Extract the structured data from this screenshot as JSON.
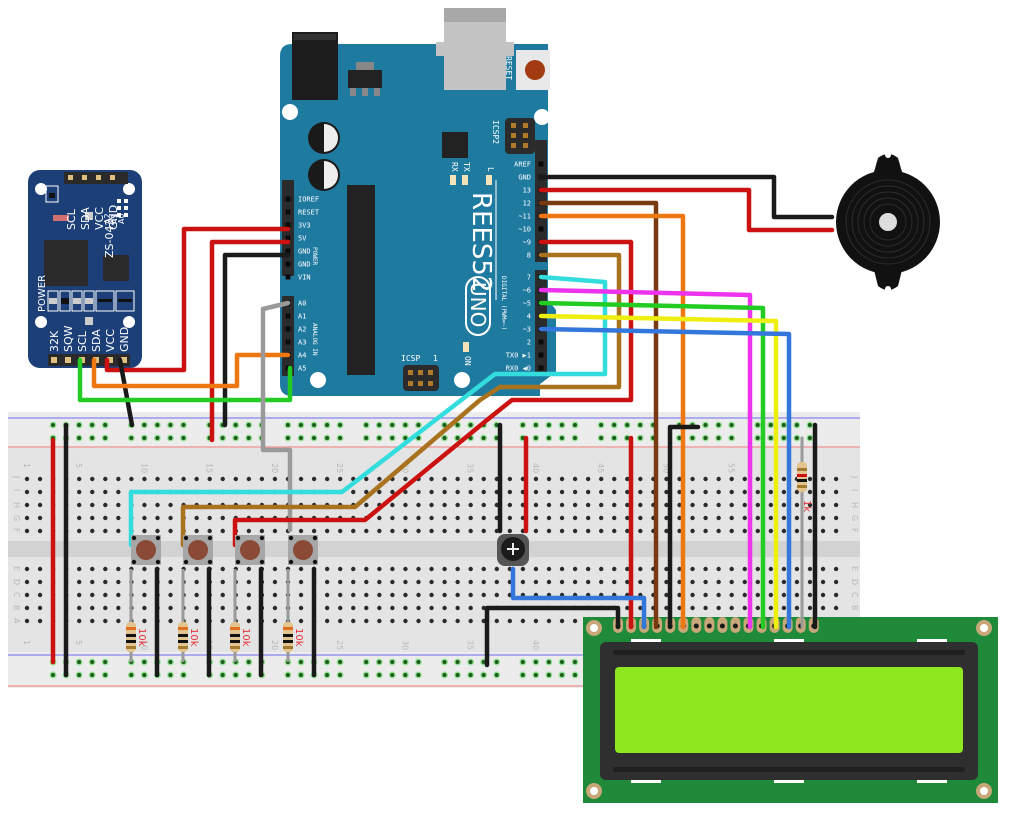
{
  "diagram": {
    "arduino": {
      "brand": "REES52",
      "model": "UNO",
      "reset_label": "RESET",
      "icsp2_label": "ICSP2",
      "icsp_label": "ICSP",
      "icsp_pin1": "1",
      "on_label": "ON",
      "tx_label": "TX",
      "rx_label": "RX",
      "l_label": "L",
      "power_header_label": "POWER",
      "analog_header_label": "ANALOG IN",
      "digital_header_label": "DIGITAL (PWM=~)",
      "power_pins": [
        "IOREF",
        "RESET",
        "3V3",
        "5V",
        "GND",
        "GND",
        "VIN"
      ],
      "analog_pins": [
        "A0",
        "A1",
        "A2",
        "A3",
        "A4",
        "A5"
      ],
      "digital_top_pins": [
        "AREF",
        "GND",
        "13",
        "12",
        "~11",
        "~10",
        "~9",
        "8"
      ],
      "digital_bottom_pins": [
        "7",
        "~6",
        "~5",
        "4",
        "~3",
        "2",
        "TX0 ▶1",
        "RX0 ◀0"
      ]
    },
    "rtc_module": {
      "model": "ZS-042",
      "top_pins": [
        "SCL",
        "SDA",
        "VCC",
        "GND"
      ],
      "address_pins": [
        "A0",
        "A1",
        "A2"
      ],
      "power_label": "POWER",
      "bottom_pins": [
        "32K",
        "SQW",
        "SCL",
        "SDA",
        "VCC",
        "GND"
      ]
    },
    "breadboard": {
      "column_labels": [
        "1",
        "5",
        "10",
        "15",
        "20",
        "25",
        "30",
        "35",
        "40",
        "45",
        "50",
        "55"
      ],
      "row_labels_top": [
        "J",
        "I",
        "H",
        "G",
        "F"
      ],
      "row_labels_bottom": [
        "E",
        "D",
        "C",
        "B",
        "A"
      ]
    },
    "resistors": [
      {
        "label": "10k"
      },
      {
        "label": "10k"
      },
      {
        "label": "10k"
      },
      {
        "label": "10k"
      },
      {
        "label": "1k"
      }
    ],
    "buttons": [
      {
        "name": "button-1"
      },
      {
        "name": "button-2"
      },
      {
        "name": "button-3"
      },
      {
        "name": "button-4"
      }
    ],
    "lcd": {
      "type": "16x2 LCD"
    },
    "wire_colors": {
      "red": "#cc1111",
      "black": "#1a1a1a",
      "green": "#22cc22",
      "orange": "#ee7711",
      "brown": "#7a3a10",
      "tan": "#a8721e",
      "cyan": "#33dddd",
      "magenta": "#ee33ee",
      "yellow": "#eeee11",
      "blue": "#3377dd",
      "gray": "#9a9a9a"
    },
    "board_colors": {
      "arduino": "#1f7aa0",
      "rtc": "#1c3f78",
      "lcd_pcb": "#1f8a3a",
      "lcd_screen": "#8fe81f"
    }
  }
}
